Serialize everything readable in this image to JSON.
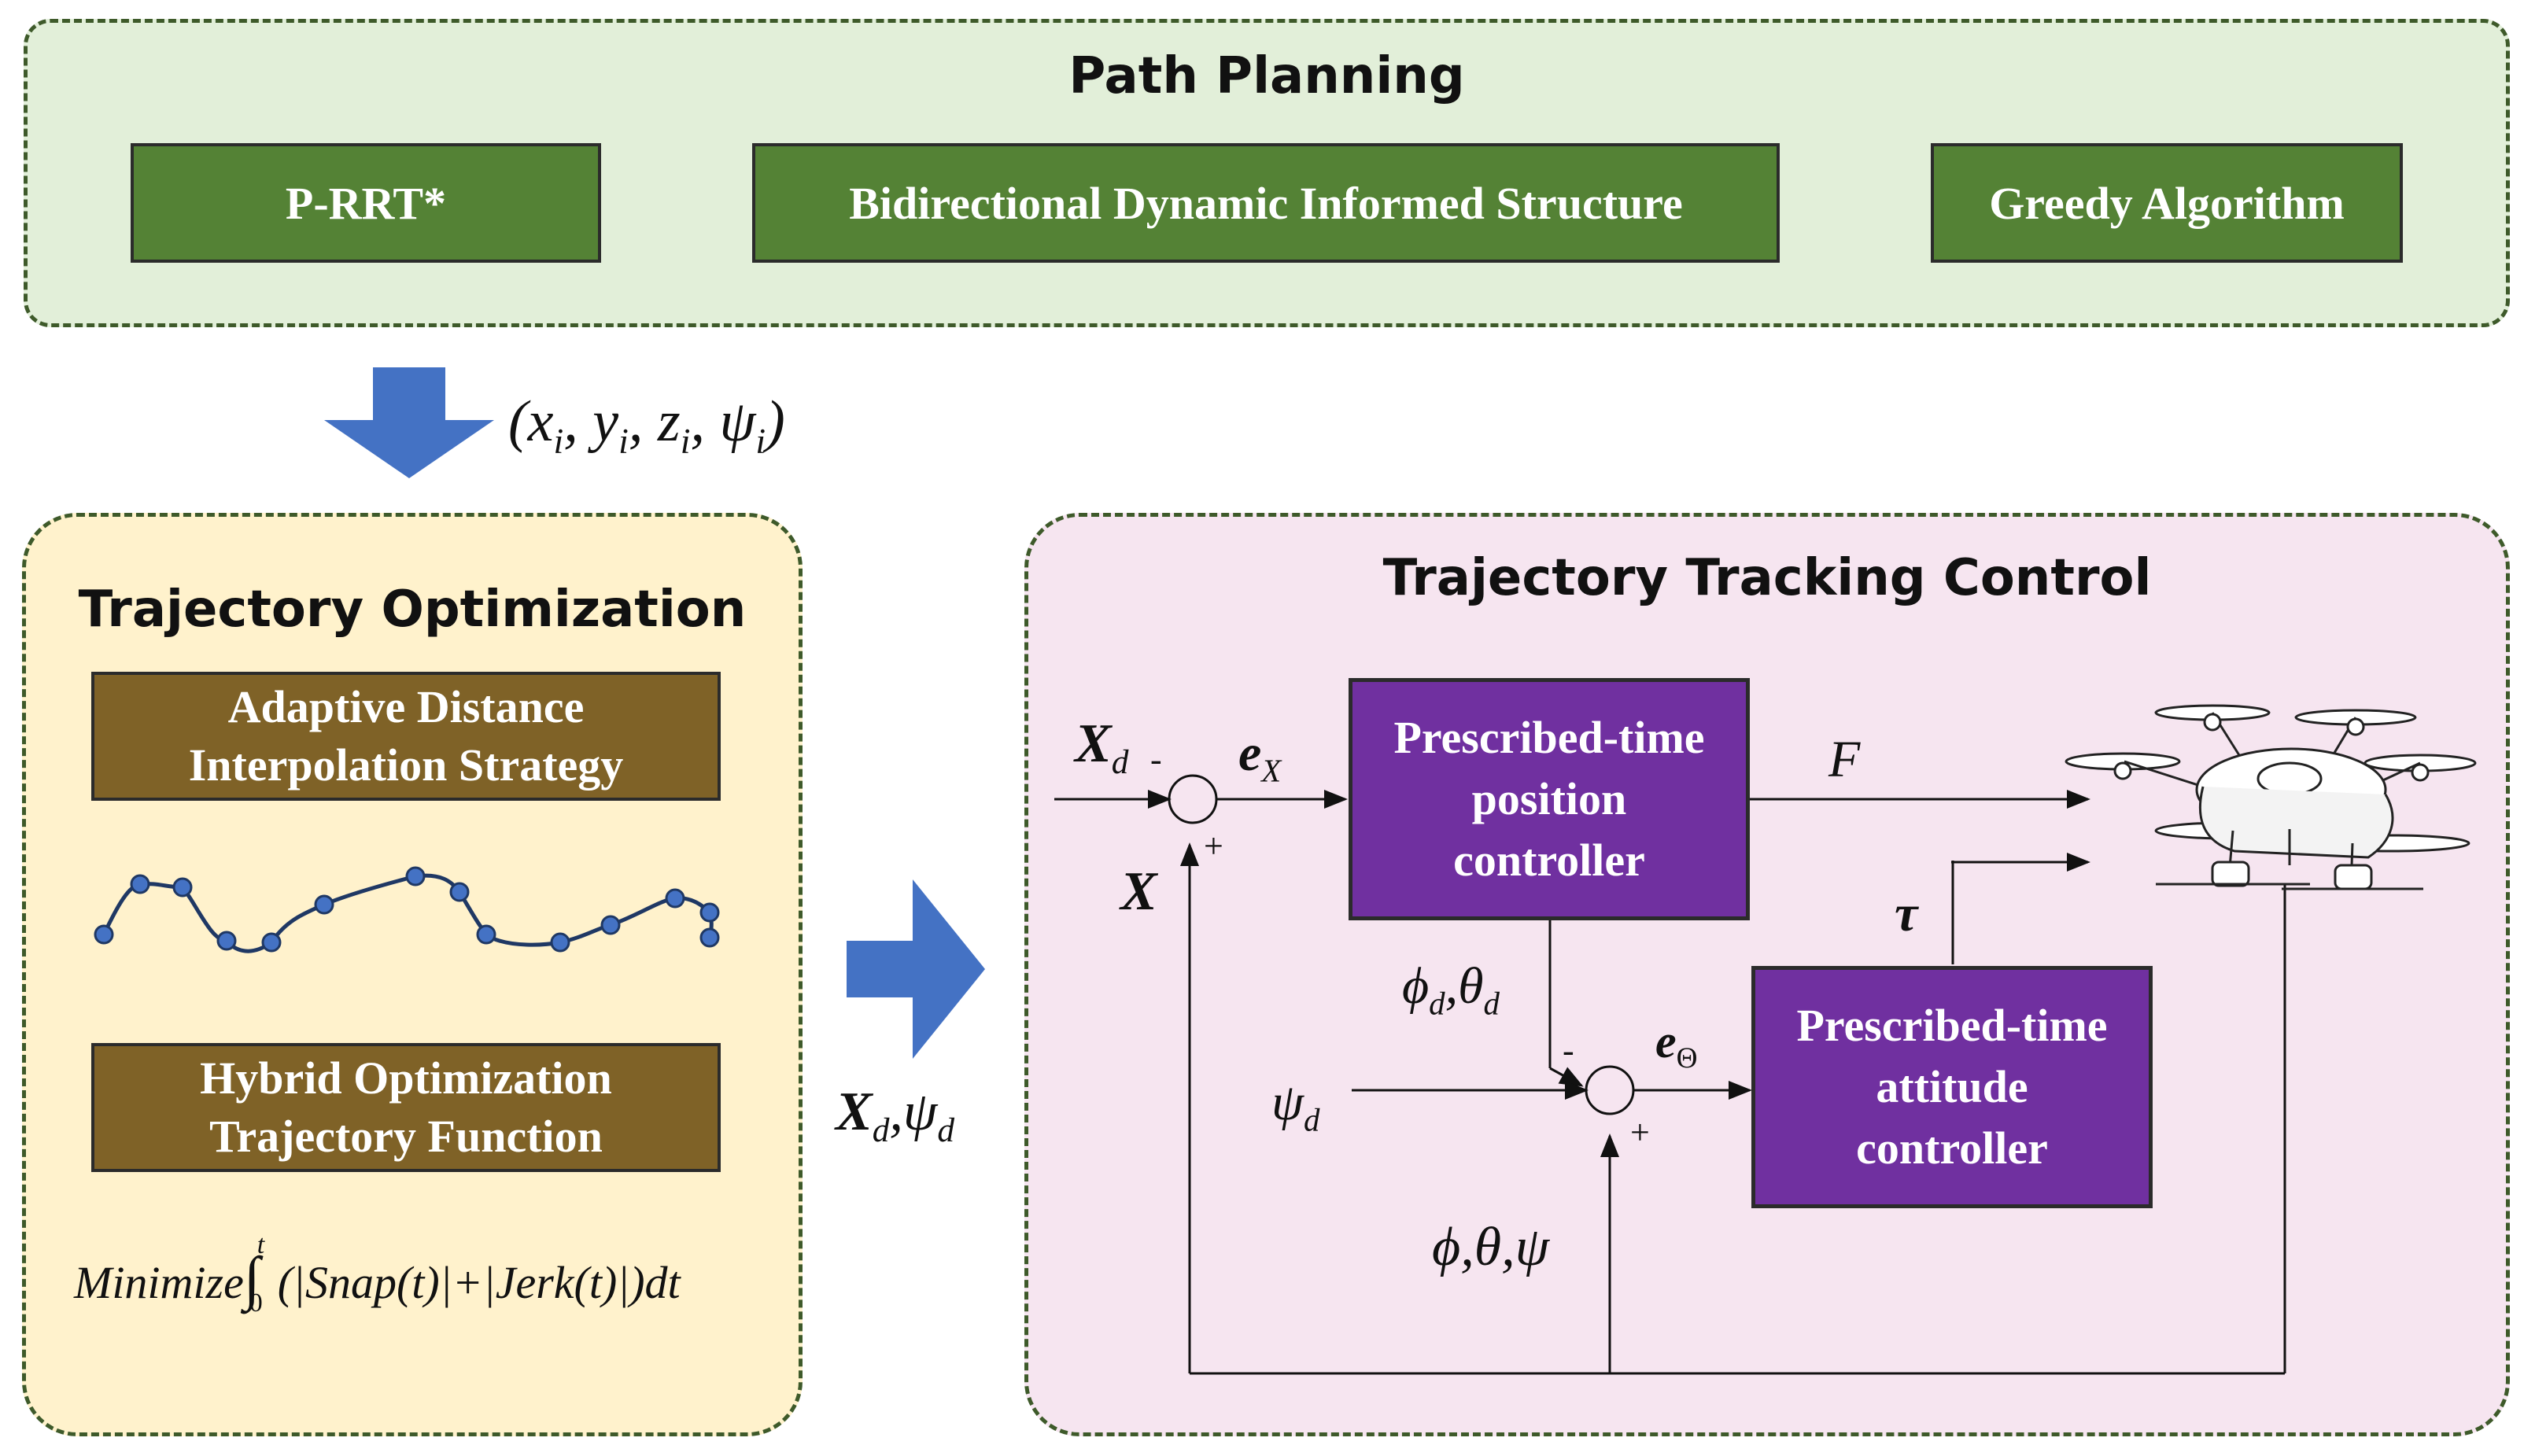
{
  "colors": {
    "path_panel_bg": "#e2efd9",
    "opt_panel_bg": "#fff2cc",
    "ctrl_panel_bg": "#f6e5f0",
    "green_box": "#548235",
    "brown_box": "#7f6227",
    "purple_box": "#7030a0",
    "flow_arrow": "#4472c4",
    "panel_border": "#3e5a2a"
  },
  "path_planning": {
    "title": "Path Planning",
    "boxes": [
      "P-RRT*",
      "Bidirectional Dynamic Informed Structure",
      "Greedy Algorithm"
    ]
  },
  "waypoint_label": {
    "open": "(",
    "x": "x",
    "y": "y",
    "z": "z",
    "psi": "ψ",
    "sub": "i",
    "sep": ",",
    "close": ")"
  },
  "trajectory_optimization": {
    "title": "Trajectory Optimization",
    "box1_line1": "Adaptive Distance",
    "box1_line2": "Interpolation Strategy",
    "box2_line1": "Hybrid Optimization",
    "box2_line2": "Trajectory Function",
    "formula": {
      "minimize": "Minimize",
      "integral": "∫",
      "lower": "0",
      "upper": "t",
      "body": "(|Snap(t)|+|Jerk(t)|)dt"
    }
  },
  "handoff_label": {
    "X": "X",
    "sub_d": "d",
    "sep": ",",
    "psi": "ψ"
  },
  "trajectory_tracking_control": {
    "title": "Trajectory Tracking Control",
    "position_box": [
      "Prescribed-time",
      "position",
      "controller"
    ],
    "attitude_box": [
      "Prescribed-time",
      "attitude",
      "controller"
    ],
    "labels": {
      "Xd": "X",
      "Xd_sub": "d",
      "X": "X",
      "eX": "e",
      "eX_sub": "X",
      "F": "F",
      "tau": "τ",
      "phi_theta_d": "ϕ",
      "phi_theta_d_sep": ",",
      "theta": "θ",
      "d_sub": "d",
      "psi_d": "ψ",
      "psi_d_sub": "d",
      "e_theta": "e",
      "e_theta_sub": "Θ",
      "feedback_angles": "ϕ,θ,ψ",
      "minus": "-",
      "plus": "+"
    },
    "drone_icon": "quadrotor-drone-icon"
  }
}
